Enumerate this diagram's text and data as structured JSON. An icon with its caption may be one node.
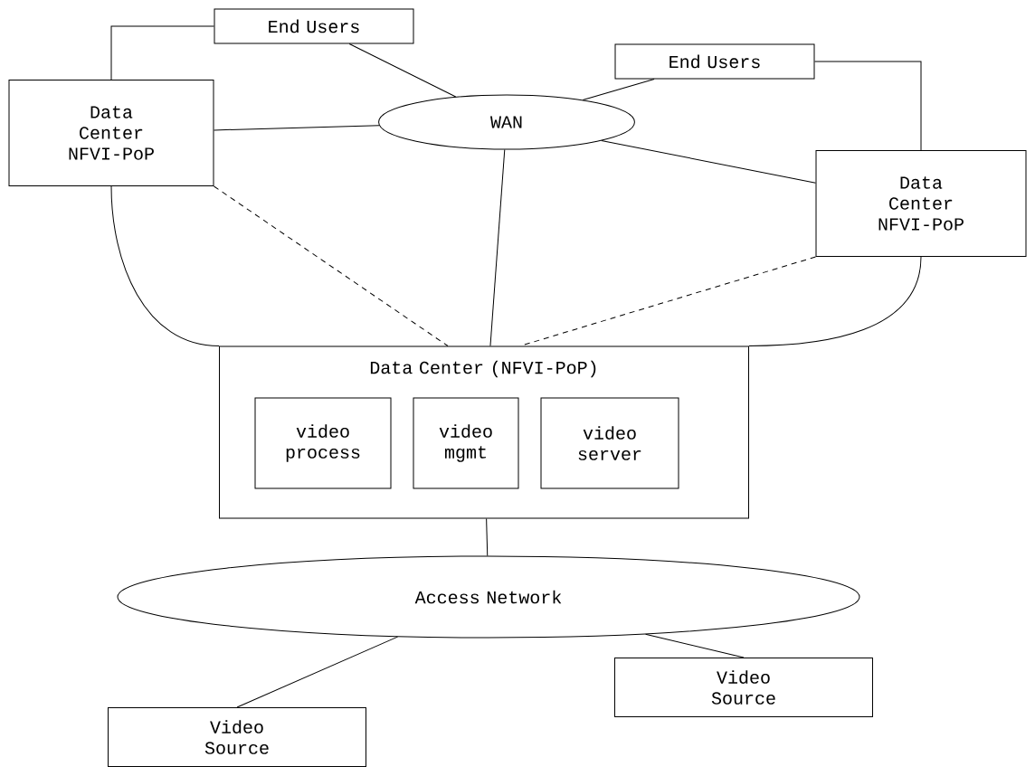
{
  "diagram": {
    "nodes": [
      {
        "text": [
          "End Users"
        ]
      },
      {
        "text": [
          "End Users"
        ]
      },
      {
        "text": [
          "Data Center NFVI-PoP"
        ]
      },
      {
        "text": [
          "Data Center NFVI-PoP"
        ]
      },
      {
        "text": [
          "WAN"
        ]
      },
      {
        "text": [
          "Data Center (NFVI-PoP)"
        ]
      },
      {
        "text": [
          "video process"
        ],
        "in": 5
      },
      {
        "text": [
          "video mgmt"
        ],
        "in": 5
      },
      {
        "text": [
          "video server"
        ],
        "in": 5
      },
      {
        "text": [
          "Access Network"
        ]
      },
      {
        "text": [
          "Video Source"
        ]
      },
      {
        "text": [
          "Video Source"
        ]
      }
    ],
    "edges": [
      {
        "from": 0,
        "to": 2,
        "arrow": "none"
      },
      {
        "from": 1,
        "to": 3,
        "arrow": "none"
      },
      {
        "from": 0,
        "to": 4,
        "arrow": "none"
      },
      {
        "from": 1,
        "to": 4,
        "arrow": "none"
      },
      {
        "from": 2,
        "to": 4,
        "arrow": "none"
      },
      {
        "from": 3,
        "to": 4,
        "arrow": "none"
      },
      {
        "from": 4,
        "to": 5,
        "arrow": "none"
      },
      {
        "from": 2,
        "to": 5,
        "arrow": "none"
      },
      {
        "from": 3,
        "to": 5,
        "arrow": "none"
      },
      {
        "from": 2,
        "to": 5,
        "arrow": "none",
        "style": "dashed"
      },
      {
        "from": 3,
        "to": 5,
        "arrow": "none",
        "style": "dashed"
      },
      {
        "from": 5,
        "to": 9,
        "arrow": "none"
      },
      {
        "from": 9,
        "to": 10,
        "arrow": "none"
      },
      {
        "from": 9,
        "to": 11,
        "arrow": "none"
      }
    ]
  }
}
